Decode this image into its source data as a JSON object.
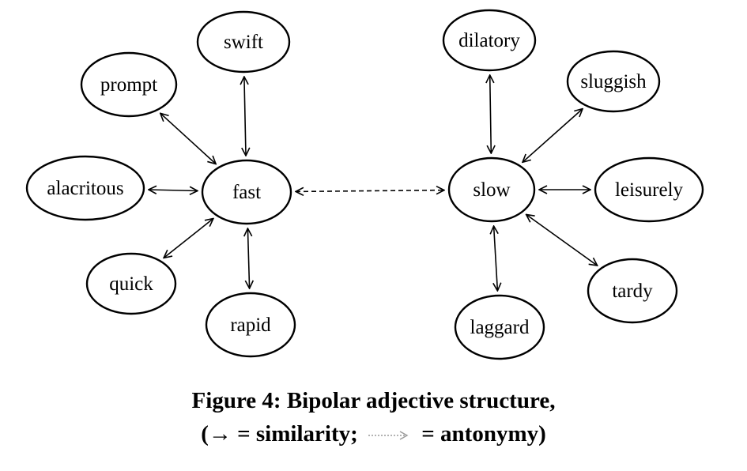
{
  "colors": {
    "background": "#ffffff",
    "ink": "#000000",
    "legend_dotted": "#9a9a9a"
  },
  "diagram": {
    "nodes": [
      {
        "id": "fast",
        "label": "fast"
      },
      {
        "id": "swift",
        "label": "swift"
      },
      {
        "id": "prompt",
        "label": "prompt"
      },
      {
        "id": "alacritous",
        "label": "alacritous"
      },
      {
        "id": "quick",
        "label": "quick"
      },
      {
        "id": "rapid",
        "label": "rapid"
      },
      {
        "id": "slow",
        "label": "slow"
      },
      {
        "id": "dilatory",
        "label": "dilatory"
      },
      {
        "id": "sluggish",
        "label": "sluggish"
      },
      {
        "id": "leisurely",
        "label": "leisurely"
      },
      {
        "id": "tardy",
        "label": "tardy"
      },
      {
        "id": "laggard",
        "label": "laggard"
      }
    ],
    "edges": [
      {
        "from": "fast",
        "to": "swift",
        "relation": "similarity"
      },
      {
        "from": "fast",
        "to": "prompt",
        "relation": "similarity"
      },
      {
        "from": "fast",
        "to": "alacritous",
        "relation": "similarity"
      },
      {
        "from": "fast",
        "to": "quick",
        "relation": "similarity"
      },
      {
        "from": "fast",
        "to": "rapid",
        "relation": "similarity"
      },
      {
        "from": "slow",
        "to": "dilatory",
        "relation": "similarity"
      },
      {
        "from": "slow",
        "to": "sluggish",
        "relation": "similarity"
      },
      {
        "from": "slow",
        "to": "leisurely",
        "relation": "similarity"
      },
      {
        "from": "slow",
        "to": "tardy",
        "relation": "similarity"
      },
      {
        "from": "slow",
        "to": "laggard",
        "relation": "similarity"
      },
      {
        "from": "fast",
        "to": "slow",
        "relation": "antonymy"
      }
    ]
  },
  "caption": {
    "line1": "Figure 4: Bipolar adjective structure,",
    "line2_open": "(",
    "line2_arrow": "→",
    "line2_similarity": " = similarity; ",
    "line2_antonymy": " = antonymy)"
  }
}
